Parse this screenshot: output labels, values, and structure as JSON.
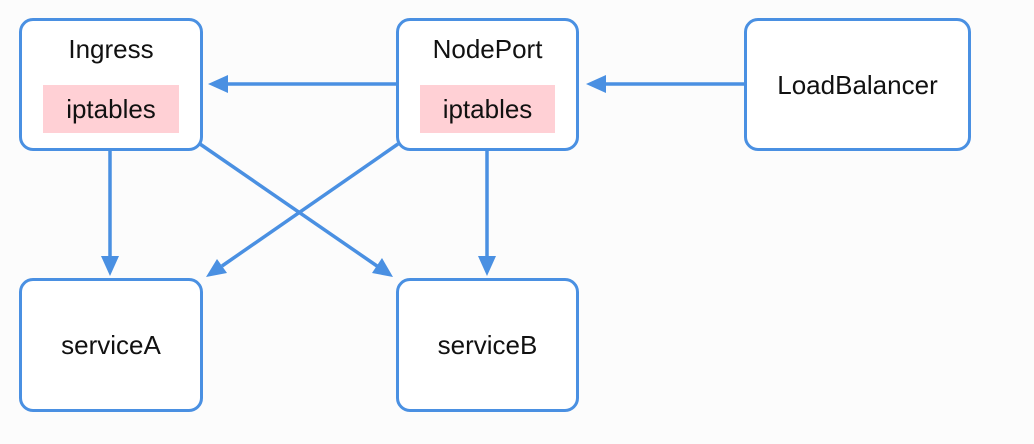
{
  "diagram": {
    "nodes": {
      "ingress": {
        "title": "Ingress",
        "tag": "iptables"
      },
      "nodeport": {
        "title": "NodePort",
        "tag": "iptables"
      },
      "loadbalancer": {
        "title": "LoadBalancer"
      },
      "serviceA": {
        "title": "serviceA"
      },
      "serviceB": {
        "title": "serviceB"
      }
    },
    "edges": [
      {
        "from": "loadbalancer",
        "to": "nodeport"
      },
      {
        "from": "nodeport",
        "to": "ingress"
      },
      {
        "from": "ingress",
        "to": "serviceA"
      },
      {
        "from": "ingress",
        "to": "serviceB"
      },
      {
        "from": "nodeport",
        "to": "serviceA"
      },
      {
        "from": "nodeport",
        "to": "serviceB"
      }
    ],
    "colors": {
      "box_border": "#4a90e2",
      "arrow": "#4a90e2",
      "tag_background": "#ffd0d5",
      "text": "#111111"
    }
  }
}
